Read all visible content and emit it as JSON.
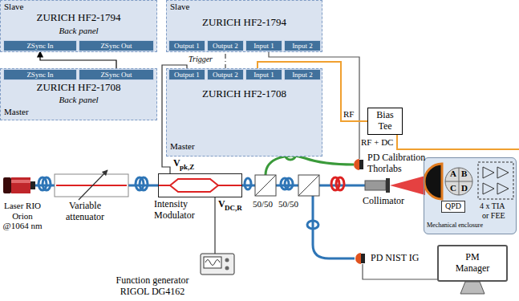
{
  "diagram": {
    "nodes": [
      {
        "text": [
          "Slave",
          "ZURICH HF2-1794",
          "Back panel"
        ]
      },
      {
        "text": [
          "ZSync In"
        ],
        "in": 0
      },
      {
        "text": [
          "ZSync Out"
        ],
        "in": 0
      },
      {
        "text": [
          "ZURICH HF2-1708",
          "Back panel",
          "Master"
        ]
      },
      {
        "text": [
          "ZSync In"
        ],
        "in": 3
      },
      {
        "text": [
          "ZSync Out"
        ],
        "in": 3
      },
      {
        "text": [
          "Slave",
          "ZURICH HF2-1794"
        ]
      },
      {
        "text": [
          "Output 1"
        ],
        "in": 6
      },
      {
        "text": [
          "Output 2"
        ],
        "in": 6
      },
      {
        "text": [
          "Input 1"
        ],
        "in": 6
      },
      {
        "text": [
          "Input 2"
        ],
        "in": 6
      },
      {
        "text": [
          "ZURICH HF2-1708",
          "Master"
        ]
      },
      {
        "text": [
          "Output 1"
        ],
        "in": 11
      },
      {
        "text": [
          "Output 2"
        ],
        "in": 11
      },
      {
        "text": [
          "Input 1"
        ],
        "in": 11
      },
      {
        "text": [
          "Input 2"
        ],
        "in": 11
      },
      {
        "text": [
          "Bias Tee"
        ]
      },
      {
        "text": [
          "Intensity Modulator"
        ]
      },
      {
        "text": [
          "PM Manager"
        ]
      },
      {
        "text": [
          "Mechanical enclosure"
        ]
      },
      {
        "text": [
          "QPD"
        ],
        "in": 19
      }
    ],
    "edges": [
      {
        "from": 5,
        "to": 1,
        "arrow": "to"
      },
      {
        "from": 13,
        "to": 8,
        "label": "Trigger",
        "arrow": "none"
      },
      {
        "from": 12,
        "to": 17,
        "arrow": "none"
      },
      {
        "from": 14,
        "to": 16,
        "arrow": "none"
      }
    ],
    "labels": [
      "Laser RIO Orion @1064 nm",
      "Variable attenuator",
      "V",
      "pk,Z",
      "V",
      "DC,R",
      "Function generator RIGOL DG4162",
      "PD Calibration Thorlabs",
      "50/50",
      "50/50",
      "Collimator",
      "PD NIST IG",
      "RF",
      "RF + DC",
      "A",
      "B",
      "C",
      "D",
      "4 x TIA",
      "or FEE"
    ]
  }
}
